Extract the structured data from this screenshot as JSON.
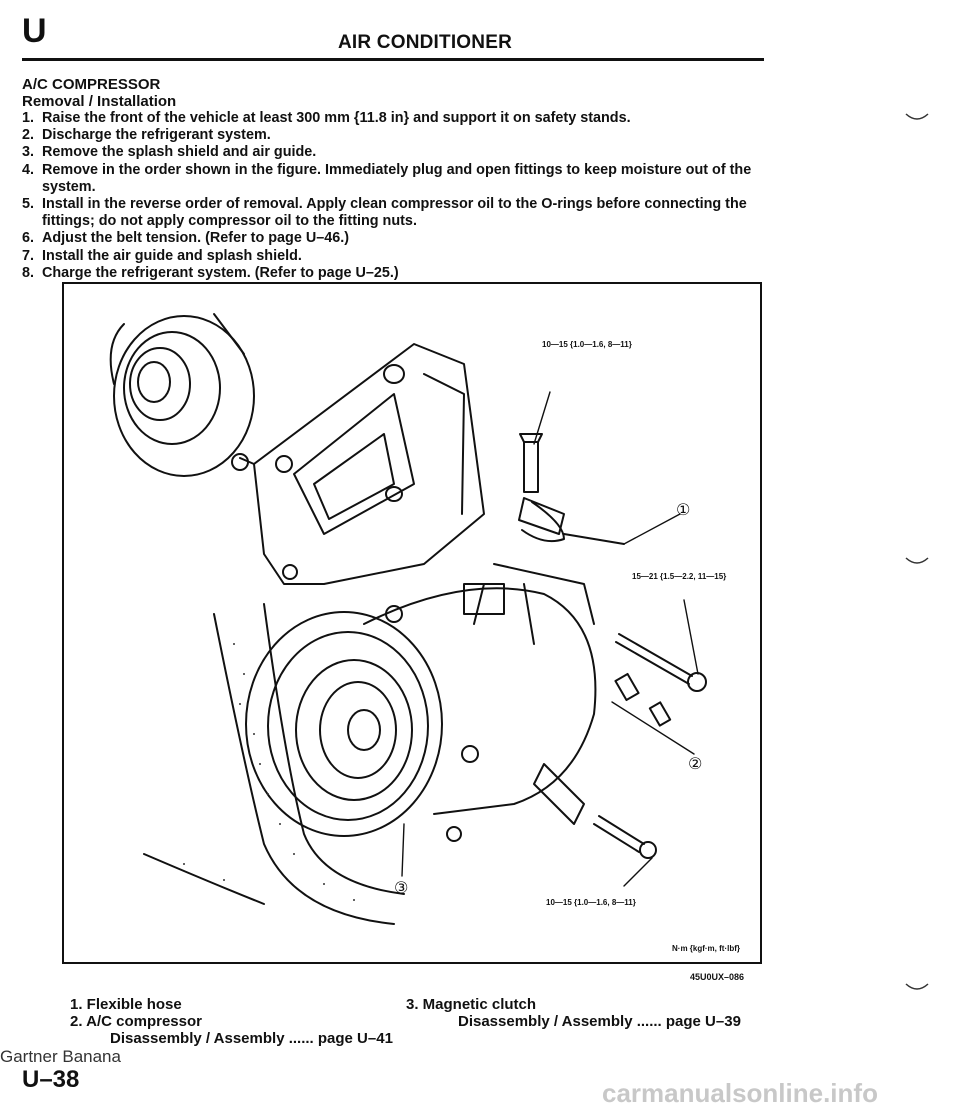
{
  "header": {
    "section_letter": "U",
    "title": "AIR CONDITIONER"
  },
  "section": {
    "title": "A/C COMPRESSOR",
    "subtitle": "Removal / Installation"
  },
  "steps": [
    {
      "num": "1.",
      "text": "Raise the front of the vehicle at least 300 mm {11.8 in} and support it on safety stands."
    },
    {
      "num": "2.",
      "text": "Discharge the refrigerant system."
    },
    {
      "num": "3.",
      "text": "Remove the splash shield and air guide."
    },
    {
      "num": "4.",
      "text": "Remove in the order shown in the figure. Immediately plug and open fittings to keep moisture out of the system."
    },
    {
      "num": "5.",
      "text": "Install in the reverse order of removal. Apply clean compressor oil to the O-rings before connecting the fittings; do not apply compressor oil to the fitting nuts."
    },
    {
      "num": "6.",
      "text": "Adjust the belt tension. (Refer to page U–46.)"
    },
    {
      "num": "7.",
      "text": "Install the air guide and splash shield."
    },
    {
      "num": "8.",
      "text": "Charge the refrigerant system. (Refer to page U–25.)"
    }
  ],
  "figure": {
    "torque_top": "10—15 {1.0—1.6, 8—11}",
    "torque_middle": "15—21 {1.5—2.2, 11—15}",
    "torque_bottom": "10—15 {1.0—1.6, 8—11}",
    "callout_1": "①",
    "callout_2": "②",
    "callout_3": "③",
    "units": "N·m {kgf·m, ft·lbf}",
    "code": "45U0UX–086"
  },
  "legend": {
    "item1": "1.  Flexible hose",
    "item2": "2.  A/C compressor",
    "item2_sub": "Disassembly / Assembly  ......  page U–41",
    "item3": "3.  Magnetic clutch",
    "item3_sub": "Disassembly / Assembly  ......  page U–39"
  },
  "footer": {
    "watermark": "Gartner Banana",
    "page_number": "U–38",
    "site": "carmanualsonline.info"
  }
}
